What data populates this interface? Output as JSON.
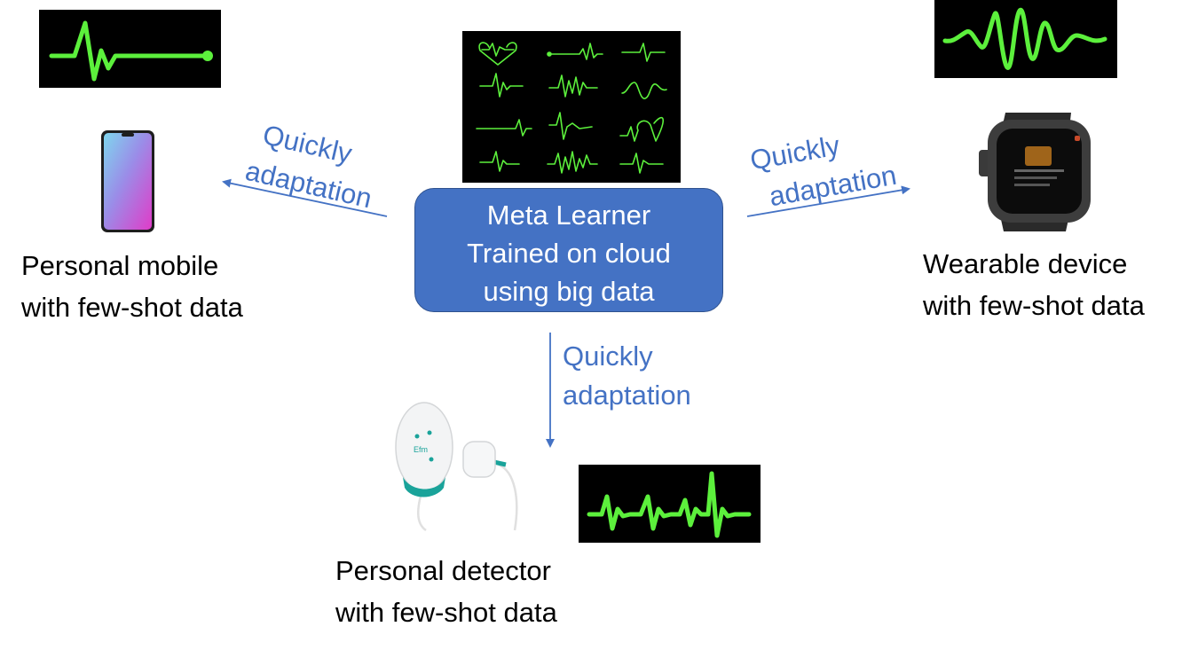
{
  "center": {
    "lines": [
      "Meta Learner",
      "Trained on cloud",
      "using big data"
    ]
  },
  "arrows": {
    "left": {
      "line1": "Quickly",
      "line2": "adaptation"
    },
    "right": {
      "line1": "Quickly",
      "line2": "adaptation"
    },
    "down": {
      "line1": "Quickly",
      "line2": "adaptation"
    }
  },
  "devices": {
    "mobile": {
      "line1": "Personal mobile",
      "line2": "with few-shot data",
      "icon": "smartphone-icon"
    },
    "wearable": {
      "line1": "Wearable device",
      "line2": "with few-shot data",
      "icon": "smartwatch-icon"
    },
    "detector": {
      "line1": "Personal detector",
      "line2": "with few-shot data",
      "icon": "ecg-patch-icon"
    },
    "detector_brand": "Efm"
  },
  "colors": {
    "accent": "#4472c4",
    "ecg_green": "#5cf03c",
    "panel_bg": "#000000"
  }
}
